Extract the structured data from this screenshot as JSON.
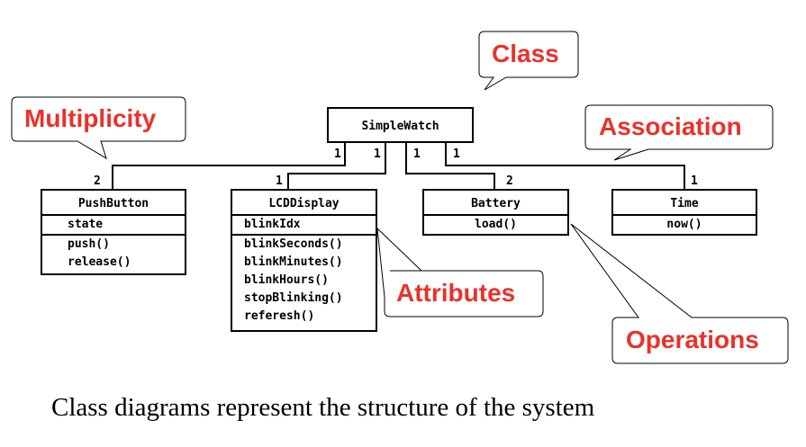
{
  "callouts": {
    "class": "Class",
    "multiplicity": "Multiplicity",
    "association": "Association",
    "attributes": "Attributes",
    "operations": "Operations"
  },
  "classes": {
    "simple_watch": {
      "name": "SimpleWatch"
    },
    "push_button": {
      "name": "PushButton",
      "attributes": [
        "state"
      ],
      "operations": [
        "push()",
        "release()"
      ]
    },
    "lcd_display": {
      "name": "LCDDisplay",
      "attributes": [
        "blinkIdx"
      ],
      "operations": [
        "blinkSeconds()",
        "blinkMinutes()",
        "blinkHours()",
        "stopBlinking()",
        "referesh()"
      ]
    },
    "battery": {
      "name": "Battery",
      "operations": [
        "load()"
      ]
    },
    "time": {
      "name": "Time",
      "operations": [
        "now()"
      ]
    }
  },
  "multiplicities": {
    "watch_push": "1",
    "watch_lcd": "1",
    "watch_battery": "1",
    "watch_time": "1",
    "push_end": "2",
    "lcd_end": "1",
    "battery_end": "2",
    "time_end": "1"
  },
  "caption": "Class diagrams represent the structure of the system",
  "colors": {
    "callout_text": "#e8322c",
    "line": "#000000"
  }
}
